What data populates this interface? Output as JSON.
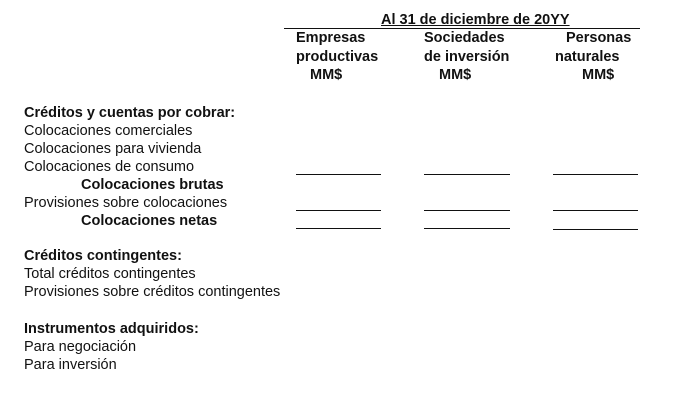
{
  "header": {
    "period": "Al 31 de diciembre de 20YY",
    "columns": [
      {
        "line1": "Empresas",
        "line2": "productivas",
        "unit": "MM$"
      },
      {
        "line1": "Sociedades",
        "line2": "de inversión",
        "unit": "MM$"
      },
      {
        "line1": "Personas",
        "line2": "naturales",
        "unit": "MM$"
      }
    ]
  },
  "sections": [
    {
      "title": "Créditos y cuentas por cobrar:",
      "rows": [
        "Colocaciones comerciales",
        "Colocaciones para vivienda",
        "Colocaciones de consumo",
        "Colocaciones brutas",
        "Provisiones sobre colocaciones",
        "Colocaciones netas"
      ]
    },
    {
      "title": "Créditos contingentes:",
      "rows": [
        "Total créditos contingentes",
        "Provisiones sobre créditos contingentes"
      ]
    },
    {
      "title": "Instrumentos adquiridos:",
      "rows": [
        "Para negociación",
        "Para inversión"
      ]
    }
  ]
}
